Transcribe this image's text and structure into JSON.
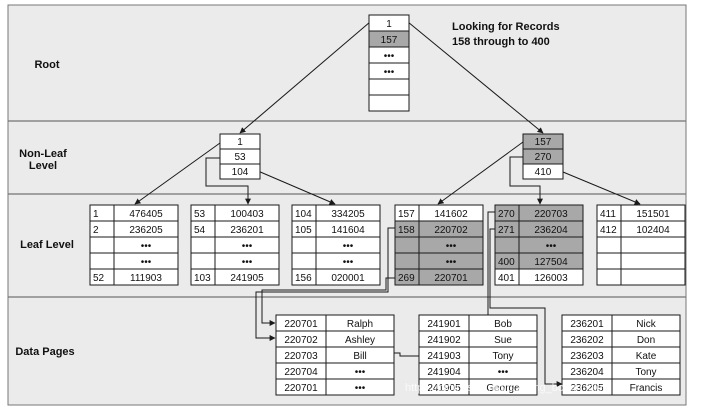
{
  "bands": [
    {
      "label": "Root"
    },
    {
      "label": "Non-Leaf Level"
    },
    {
      "label": "Leaf Level"
    },
    {
      "label": "Data Pages"
    }
  ],
  "caption": [
    "Looking for Records",
    "158 through to 400"
  ],
  "root": {
    "cells": [
      "1",
      "157",
      "•••",
      "•••",
      "",
      ""
    ],
    "highlight": [
      1
    ]
  },
  "nonleaf": [
    {
      "cells": [
        "1",
        "53",
        "104"
      ],
      "highlight": []
    },
    {
      "cells": [
        "157",
        "270",
        "410"
      ],
      "highlight": [
        0,
        1
      ],
      "full_highlight": true
    }
  ],
  "leaves": [
    {
      "rows": [
        [
          "1",
          "476405"
        ],
        [
          "2",
          "236205"
        ],
        [
          "",
          "•••"
        ],
        [
          "",
          "•••"
        ],
        [
          "52",
          "111903"
        ]
      ],
      "highlight_rows": []
    },
    {
      "rows": [
        [
          "53",
          "100403"
        ],
        [
          "54",
          "236201"
        ],
        [
          "",
          "•••"
        ],
        [
          "",
          "•••"
        ],
        [
          "103",
          "241905"
        ]
      ],
      "highlight_rows": []
    },
    {
      "rows": [
        [
          "104",
          "334205"
        ],
        [
          "105",
          "141604"
        ],
        [
          "",
          "•••"
        ],
        [
          "",
          "•••"
        ],
        [
          "156",
          "020001"
        ]
      ],
      "highlight_rows": []
    },
    {
      "rows": [
        [
          "157",
          "141602"
        ],
        [
          "158",
          "220702"
        ],
        [
          "",
          "•••"
        ],
        [
          "",
          "•••"
        ],
        [
          "269",
          "220701"
        ]
      ],
      "highlight_rows": [
        1,
        2,
        3,
        4
      ]
    },
    {
      "rows": [
        [
          "270",
          "220703"
        ],
        [
          "271",
          "236204"
        ],
        [
          "",
          "•••"
        ],
        [
          "400",
          "127504"
        ],
        [
          "401",
          "126003"
        ]
      ],
      "highlight_rows": [
        0,
        1,
        2,
        3
      ]
    },
    {
      "rows": [
        [
          "411",
          "151501"
        ],
        [
          "412",
          "102404"
        ],
        [
          "",
          ""
        ],
        [
          "",
          ""
        ],
        [
          "",
          ""
        ]
      ],
      "highlight_rows": []
    }
  ],
  "data_pages": [
    {
      "rows": [
        [
          "220701",
          "Ralph"
        ],
        [
          "220702",
          "Ashley"
        ],
        [
          "220703",
          "Bill"
        ],
        [
          "220704",
          "•••"
        ],
        [
          "220701",
          "•••"
        ]
      ]
    },
    {
      "rows": [
        [
          "241901",
          "Bob"
        ],
        [
          "241902",
          "Sue"
        ],
        [
          "241903",
          "Tony"
        ],
        [
          "241904",
          "•••"
        ],
        [
          "241905",
          "George"
        ]
      ]
    },
    {
      "rows": [
        [
          "236201",
          "Nick"
        ],
        [
          "236202",
          "Don"
        ],
        [
          "236203",
          "Kate"
        ],
        [
          "236204",
          "Tony"
        ],
        [
          "236205",
          "Francis"
        ]
      ]
    }
  ],
  "watermark": "https://blog.csdn.net/u/zhong_bomin_blog",
  "colors": {
    "band_bg": "#ebebeb",
    "highlight": "#a8a8a8",
    "border": "#1a1a1a",
    "divider": "#555555"
  }
}
